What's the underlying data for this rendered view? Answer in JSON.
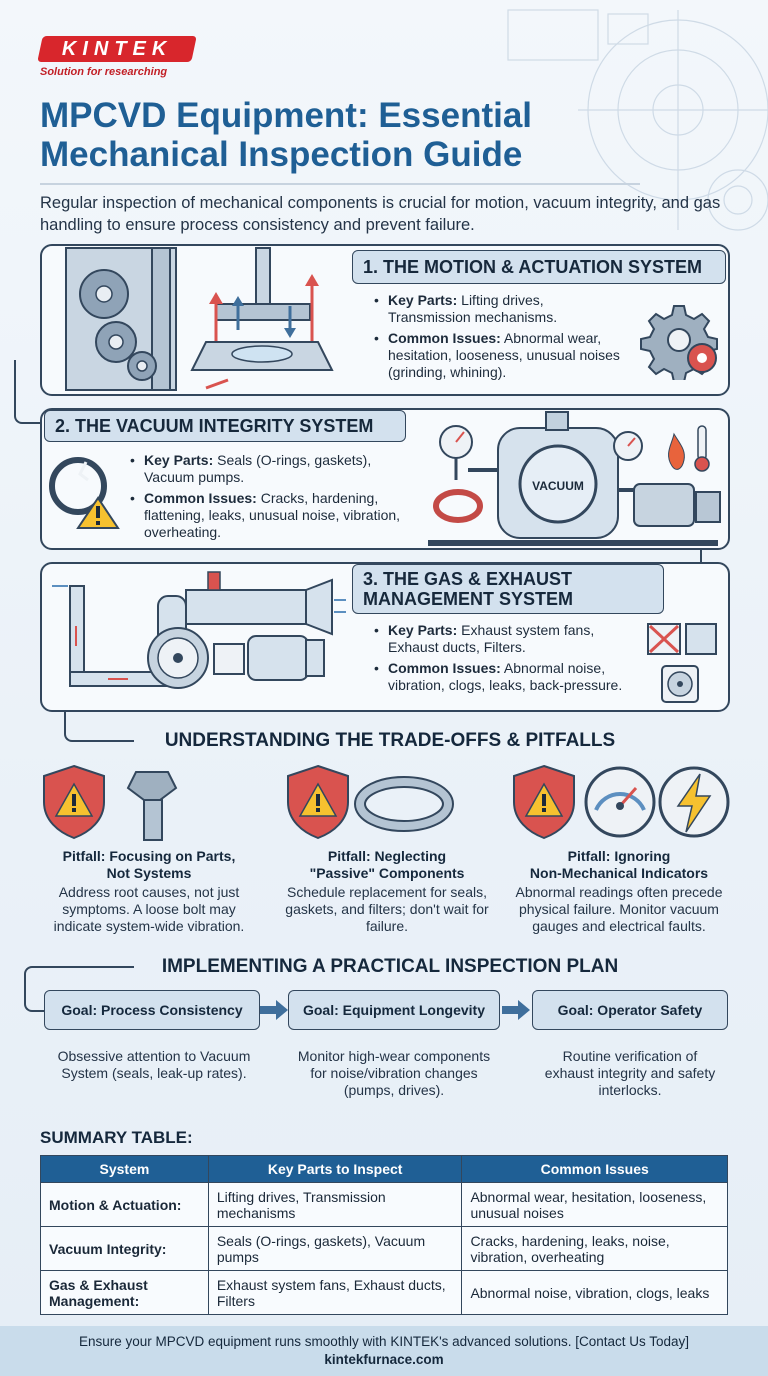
{
  "brand": {
    "logo": "KINTEK",
    "tagline": "Solution for researching"
  },
  "header": {
    "title": "MPCVD Equipment: Essential Mechanical Inspection Guide",
    "intro": "Regular inspection of mechanical components is crucial for motion, vacuum integrity, and gas handling to ensure process consistency and prevent failure."
  },
  "systems": [
    {
      "heading": "1. THE MOTION & ACTUATION SYSTEM",
      "key_label": "Key Parts:",
      "key_text": " Lifting drives, Transmission mechanisms.",
      "issue_label": "Common Issues:",
      "issue_text": " Abnormal wear, hesitation, looseness, unusual noises (grinding, whining)."
    },
    {
      "heading": "2. THE VACUUM INTEGRITY SYSTEM",
      "key_label": "Key Parts:",
      "key_text": " Seals (O-rings, gaskets), Vacuum pumps.",
      "issue_label": "Common Issues:",
      "issue_text": " Cracks, hardening, flattening, leaks, unusual noise, vibration, overheating.",
      "tank_label": "VACUUM"
    },
    {
      "heading_line1": "3. THE GAS & EXHAUST",
      "heading_line2": "MANAGEMENT SYSTEM",
      "key_label": "Key Parts:",
      "key_text": " Exhaust system fans, Exhaust ducts, Filters.",
      "issue_label": "Common Issues:",
      "issue_text": " Abnormal noise, vibration, clogs, leaks, back-pressure."
    }
  ],
  "pitfalls": {
    "heading": "UNDERSTANDING THE TRADE-OFFS & PITFALLS",
    "items": [
      {
        "title_line1": "Pitfall: Focusing on Parts,",
        "title_line2": "Not Systems",
        "desc": "Address root causes, not just symptoms. A loose bolt may indicate system-wide vibration."
      },
      {
        "title_line1": "Pitfall: Neglecting",
        "title_line2": "\"Passive\" Components",
        "desc": "Schedule replacement for seals, gaskets, and filters; don't wait for failure."
      },
      {
        "title_line1": "Pitfall: Ignoring",
        "title_line2": "Non-Mechanical Indicators",
        "desc": "Abnormal readings often precede physical failure. Monitor vacuum gauges and electrical faults."
      }
    ]
  },
  "plan": {
    "heading": "IMPLEMENTING A PRACTICAL INSPECTION PLAN",
    "goals": [
      {
        "label": "Goal: Process Consistency",
        "desc": "Obsessive attention to Vacuum System (seals, leak-up rates)."
      },
      {
        "label": "Goal: Equipment Longevity",
        "desc": "Monitor high-wear components for noise/vibration changes (pumps, drives)."
      },
      {
        "label": "Goal: Operator Safety",
        "desc": "Routine verification of exhaust integrity and safety interlocks."
      }
    ]
  },
  "summary": {
    "title": "SUMMARY TABLE:",
    "headers": [
      "System",
      "Key Parts to Inspect",
      "Common Issues"
    ],
    "rows": [
      [
        "Motion & Actuation:",
        "Lifting drives, Transmission mechanisms",
        "Abnormal wear, hesitation, looseness, unusual noises"
      ],
      [
        "Vacuum Integrity:",
        "Seals (O-rings, gaskets), Vacuum pumps",
        "Cracks, hardening, leaks, noise, vibration, overheating"
      ],
      [
        "Gas & Exhaust Management:",
        "Exhaust system fans, Exhaust ducts, Filters",
        "Abnormal noise, vibration, clogs, leaks"
      ]
    ]
  },
  "footer": {
    "cta": "Ensure your MPCVD equipment runs smoothly with KINTEK's advanced solutions. [Contact Us Today]",
    "url": "kintekfurnace.com"
  },
  "colors": {
    "brand_red": "#d8262c",
    "title_blue": "#1f5f95",
    "panel_border": "#33475d",
    "heading_fill": "#d3e1ee",
    "warning_yellow": "#f6c12f",
    "shield_red": "#d9534f"
  },
  "icons": [
    "gear-icon",
    "warning-icon",
    "shield-icon",
    "bolt-icon",
    "gasket-icon",
    "gauge-icon",
    "lightning-icon",
    "fan-icon",
    "filter-icon",
    "thermometer-icon",
    "flame-icon"
  ]
}
